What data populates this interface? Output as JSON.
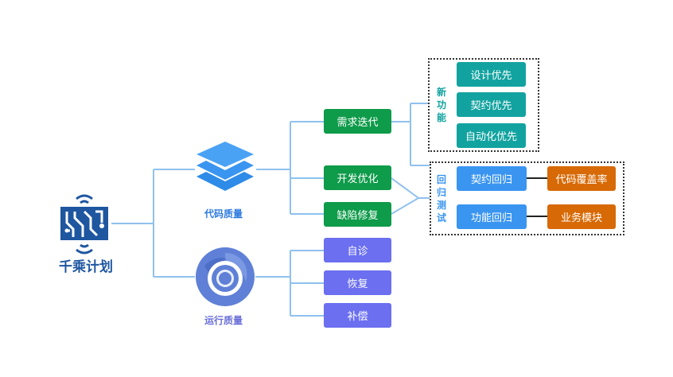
{
  "root": {
    "title": "千乘计划"
  },
  "branches": {
    "code_quality": {
      "label": "代码质量"
    },
    "runtime_quality": {
      "label": "运行质量"
    }
  },
  "code_items": [
    "需求迭代",
    "开发优化",
    "缺陷修复"
  ],
  "runtime_items": [
    "自诊",
    "恢复",
    "补偿"
  ],
  "new_feature": {
    "label_chars": [
      "新",
      "功",
      "能"
    ],
    "items": [
      "设计优先",
      "契约优先",
      "自动化优先"
    ]
  },
  "regression": {
    "label_chars": [
      "回",
      "归",
      "测",
      "试"
    ],
    "items": [
      "契约回归",
      "功能回归"
    ],
    "metrics": [
      "代码覆盖率",
      "业务模块"
    ]
  },
  "colors": {
    "green": "#0e9b4a",
    "purple": "#6b6ff0",
    "teal": "#12a3a0",
    "blue": "#3a95f0",
    "orange": "#d76a06",
    "line": "#8fc1ee",
    "title": "#1e56a0",
    "code_label": "#2d7be0",
    "runtime_label": "#6b6fd8"
  },
  "icons": {
    "root": "circuit-chip-icon",
    "code": "layers-icon",
    "runtime": "swirl-icon"
  }
}
